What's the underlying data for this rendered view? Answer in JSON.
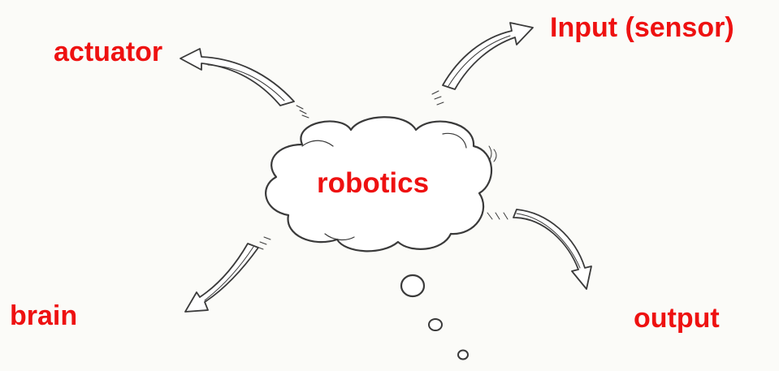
{
  "center": {
    "label": "robotics"
  },
  "nodes": {
    "actuator": "actuator",
    "input": "Input (sensor)",
    "brain": "brain",
    "output": "output"
  },
  "colors": {
    "label": "#ee1111",
    "sketch": "#3a3a3a",
    "background": "#fbfbf8"
  }
}
